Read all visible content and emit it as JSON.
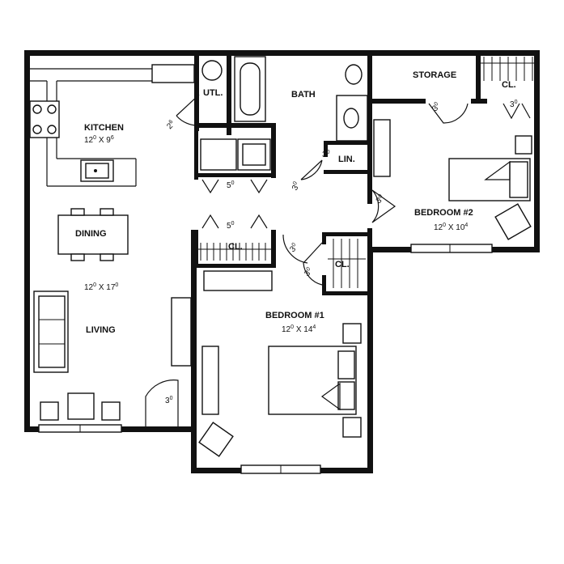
{
  "rooms": {
    "kitchen": {
      "label": "KITCHEN",
      "dim_w": "12",
      "dim_w_sup": "0",
      "dim_sep": "X",
      "dim_h": "9",
      "dim_h_sup": "6"
    },
    "utl": {
      "label": "UTL."
    },
    "bath": {
      "label": "BATH"
    },
    "storage": {
      "label": "STORAGE"
    },
    "cl_top": {
      "label": "CL."
    },
    "lin": {
      "label": "LIN."
    },
    "dining": {
      "label": "DINING",
      "dim_w": "12",
      "dim_w_sup": "0",
      "dim_sep": "X",
      "dim_h": "17",
      "dim_h_sup": "0"
    },
    "living": {
      "label": "LIVING"
    },
    "bedroom2": {
      "label": "BEDROOM #2",
      "dim_w": "12",
      "dim_w_sup": "0",
      "dim_sep": "X",
      "dim_h": "10",
      "dim_h_sup": "4"
    },
    "bedroom1": {
      "label": "BEDROOM #1",
      "dim_w": "12",
      "dim_w_sup": "0",
      "dim_sep": "X",
      "dim_h": "14",
      "dim_h_sup": "4"
    },
    "cl_hall": {
      "label": "CL."
    },
    "cl_bed1": {
      "label": "CL."
    }
  },
  "doors": {
    "d1": "3",
    "d1_sup": "0",
    "d2": "3",
    "d2_sup": "0",
    "d3": "3",
    "d3_sup": "0",
    "d4": "3",
    "d4_sup": "0",
    "d5": "3",
    "d5_sup": "0",
    "d6": "3",
    "d6_sup": "0",
    "d7": "3",
    "d7_sup": "0",
    "d8": "3",
    "d8_sup": "0",
    "d9": "5",
    "d9_sup": "0",
    "d10": "5",
    "d10_sup": "0",
    "d11": "2",
    "d11_sup": "6"
  }
}
